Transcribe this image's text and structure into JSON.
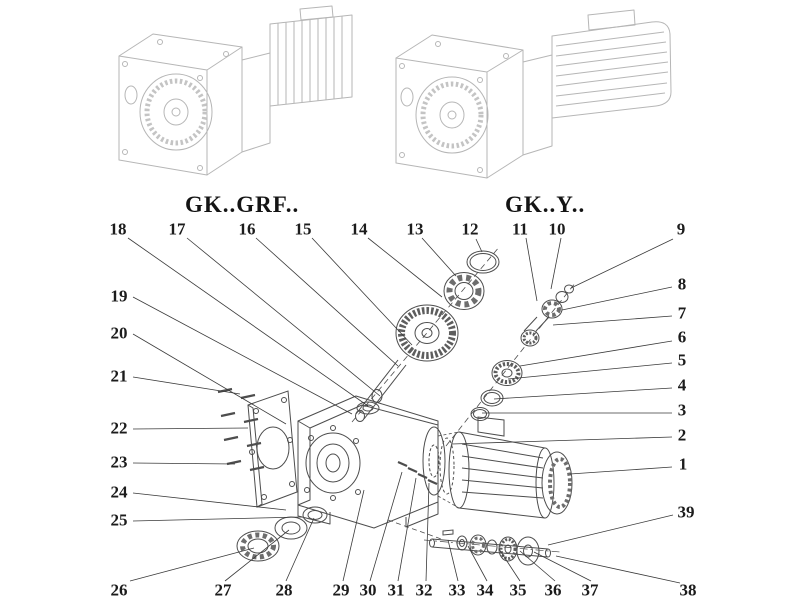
{
  "figure": {
    "models": [
      {
        "label": "GK..GRF.."
      },
      {
        "label": "GK..Y.."
      }
    ],
    "callouts": [
      "1",
      "2",
      "3",
      "4",
      "5",
      "6",
      "7",
      "8",
      "9",
      "10",
      "11",
      "12",
      "13",
      "14",
      "15",
      "16",
      "17",
      "18",
      "19",
      "20",
      "21",
      "22",
      "23",
      "24",
      "25",
      "26",
      "27",
      "28",
      "29",
      "30",
      "31",
      "32",
      "33",
      "34",
      "35",
      "36",
      "37",
      "38",
      "39"
    ]
  }
}
